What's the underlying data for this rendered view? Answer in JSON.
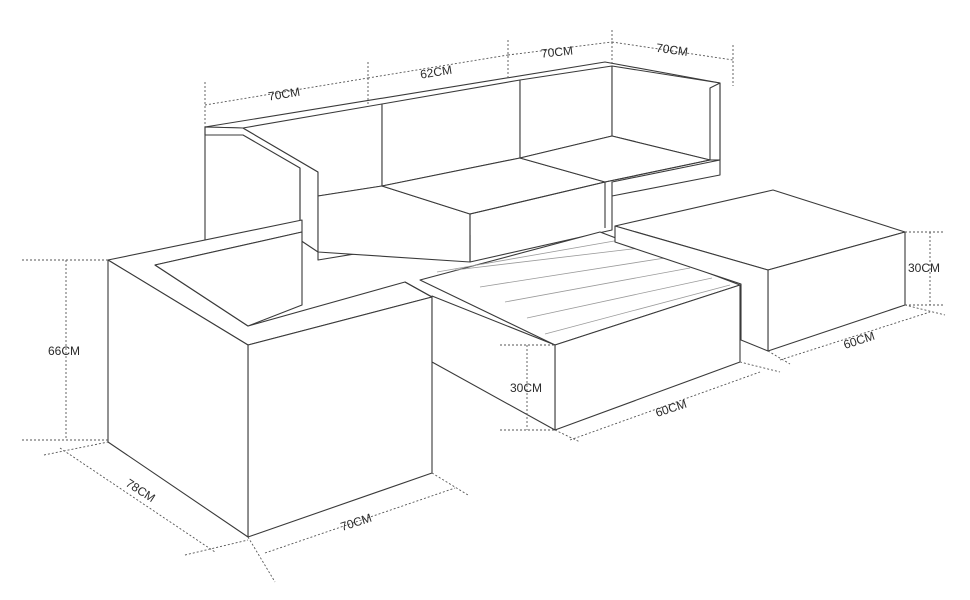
{
  "diagram": {
    "labels": {
      "sofa_width_left": "70CM",
      "sofa_width_middle": "62CM",
      "sofa_width_right": "70CM",
      "corner_depth": "70CM",
      "chair_height": "66CM",
      "chair_depth": "78CM",
      "chair_width": "70CM",
      "table_height": "30CM",
      "table_width": "60CM",
      "ottoman_height": "30CM",
      "ottoman_width": "60CM"
    }
  }
}
